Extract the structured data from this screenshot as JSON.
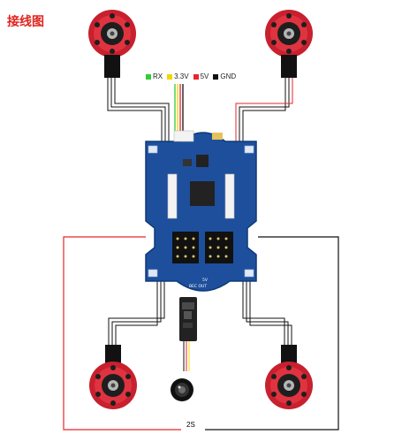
{
  "title": "接线图",
  "legend": [
    {
      "label": "RX",
      "color": "#33cc33"
    },
    {
      "label": "3.3V",
      "color": "#f2d600"
    },
    {
      "label": "5V",
      "color": "#e8262a"
    },
    {
      "label": "GND",
      "color": "#111111"
    }
  ],
  "battery_label": "2S",
  "board_labels": {
    "out": "BEC OUT",
    "v5": "5V"
  },
  "colors": {
    "board": "#1d4f9c",
    "motor_red": "#d0202f",
    "motor_dark": "#222222",
    "wire_red": "#e8262a",
    "wire_black": "#111111"
  }
}
